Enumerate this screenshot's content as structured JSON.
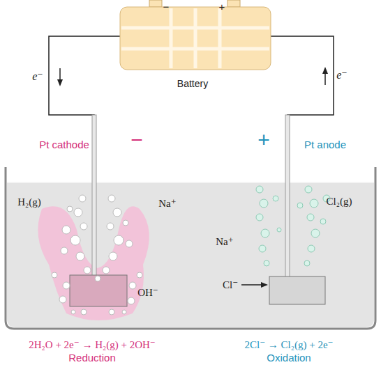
{
  "diagram": {
    "nodes": [
      {
        "text": [
          "Battery"
        ]
      }
    ],
    "labels": [
      "−",
      "+",
      "e⁻",
      "e⁻",
      "Pt cathode",
      "−",
      "+",
      "Pt anode",
      "H₂(g)",
      "Na⁺",
      "OH⁻",
      "Na⁺",
      "Cl⁻",
      "Cl₂(g)",
      "2H₂O + 2e⁻ → H₂(g) + 2OH⁻",
      "Reduction",
      "2Cl⁻ → Cl₂(g) + 2e⁻",
      "Oxidation"
    ]
  }
}
